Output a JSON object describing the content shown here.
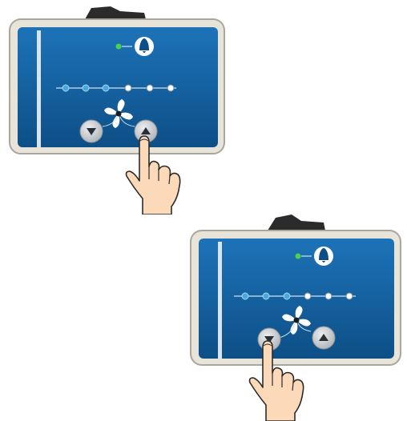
{
  "colors": {
    "bezel": "#e8e4da",
    "bezel_border": "#a9a69c",
    "screen_dark": "#0d4f87",
    "screen_light": "#1d73b8",
    "divider": "#d8e4ee",
    "status_led": "#4cd24a",
    "speed_led_active": "#4aa8e0",
    "speed_led_inactive": "#ffffff",
    "button_fill": "#cfd2d5",
    "button_glyph": "#2b2f33",
    "switch": "#2b2b2b",
    "hand_skin": "#fbd9b9",
    "hand_outline": "#2b2b2b"
  },
  "panels": [
    {
      "id": "panel-top",
      "speed_levels": 6,
      "active_level": 3,
      "pressed_button": "speed-up-button",
      "icons": [
        "power-switch-icon",
        "status-led-icon",
        "bell-icon",
        "fan-icon",
        "down-arrow-icon",
        "up-arrow-icon"
      ]
    },
    {
      "id": "panel-bottom",
      "speed_levels": 6,
      "active_level": 3,
      "pressed_button": "speed-down-button",
      "icons": [
        "power-switch-icon",
        "status-led-icon",
        "bell-icon",
        "fan-icon",
        "down-arrow-icon",
        "up-arrow-icon"
      ]
    }
  ],
  "hands": [
    "pointing-hand-icon",
    "pointing-hand-icon"
  ]
}
